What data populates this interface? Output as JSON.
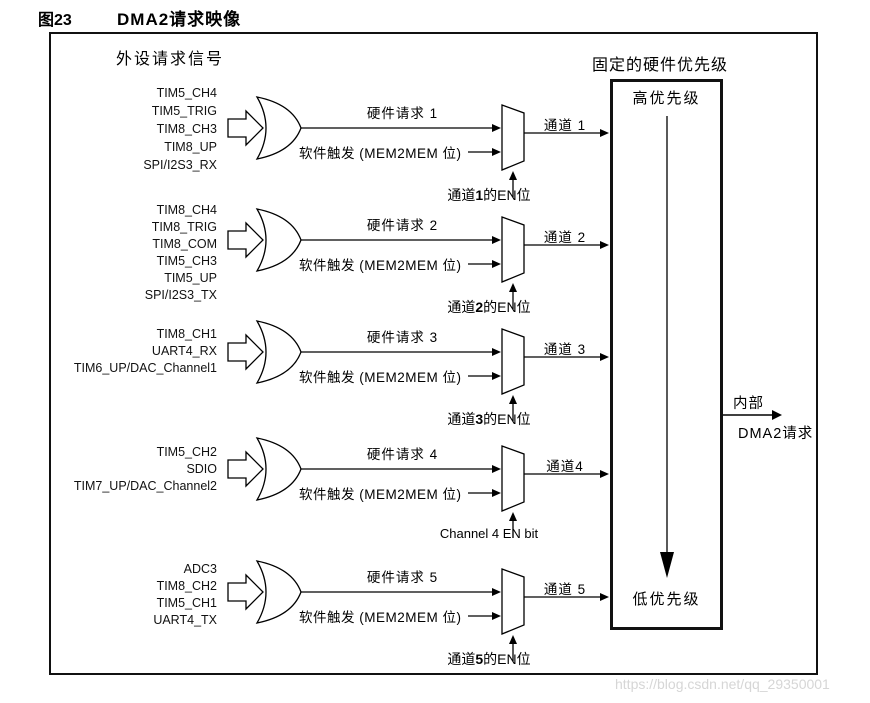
{
  "figure": {
    "label": "图23",
    "title": "DMA2请求映像"
  },
  "diagram": {
    "peripheral_header": "外设请求信号",
    "priority": {
      "header": "固定的硬件优先级",
      "high": "高优先级",
      "low": "低优先级"
    },
    "output": {
      "line1": "内部",
      "line2": "DMA2请求"
    },
    "watermark": "https://blog.csdn.net/qq_29350001",
    "colors": {
      "ink": "#000000",
      "watermark": "#d6d6d6",
      "background": "#ffffff"
    },
    "rows": [
      {
        "signals": [
          "TIM5_CH4",
          "TIM5_TRIG",
          "TIM8_CH3",
          "TIM8_UP",
          "SPI/I2S3_RX"
        ],
        "hw_request": "硬件请求 1",
        "sw_trigger": "软件触发 (MEM2MEM 位)",
        "channel": "通道 1",
        "en_prefix": "通道",
        "en_bold": "1",
        "en_suffix": "的EN位"
      },
      {
        "signals": [
          "TIM8_CH4",
          "TIM8_TRIG",
          "TIM8_COM",
          "TIM5_CH3",
          "TIM5_UP",
          "SPI/I2S3_TX"
        ],
        "hw_request": "硬件请求 2",
        "sw_trigger": "软件触发 (MEM2MEM 位)",
        "channel": "通道 2",
        "en_prefix": "通道",
        "en_bold": "2",
        "en_suffix": "的EN位"
      },
      {
        "signals": [
          "TIM8_CH1",
          "UART4_RX",
          "TIM6_UP/DAC_Channel1"
        ],
        "hw_request": "硬件请求 3",
        "sw_trigger": "软件触发 (MEM2MEM 位)",
        "channel": "通道 3",
        "en_prefix": "通道",
        "en_bold": "3",
        "en_suffix": "的EN位"
      },
      {
        "signals": [
          "TIM5_CH2",
          "SDIO",
          "TIM7_UP/DAC_Channel2"
        ],
        "hw_request": "硬件请求 4",
        "sw_trigger": "软件触发 (MEM2MEM 位)",
        "channel": "通道4",
        "en_prefix": "Channel 4 EN bit",
        "en_bold": "",
        "en_suffix": ""
      },
      {
        "signals": [
          "ADC3",
          "TIM8_CH2",
          "TIM5_CH1",
          "UART4_TX"
        ],
        "hw_request": "硬件请求 5",
        "sw_trigger": "软件触发 (MEM2MEM 位)",
        "channel": "通道 5",
        "en_prefix": "通道",
        "en_bold": "5",
        "en_suffix": "的EN位"
      }
    ]
  }
}
